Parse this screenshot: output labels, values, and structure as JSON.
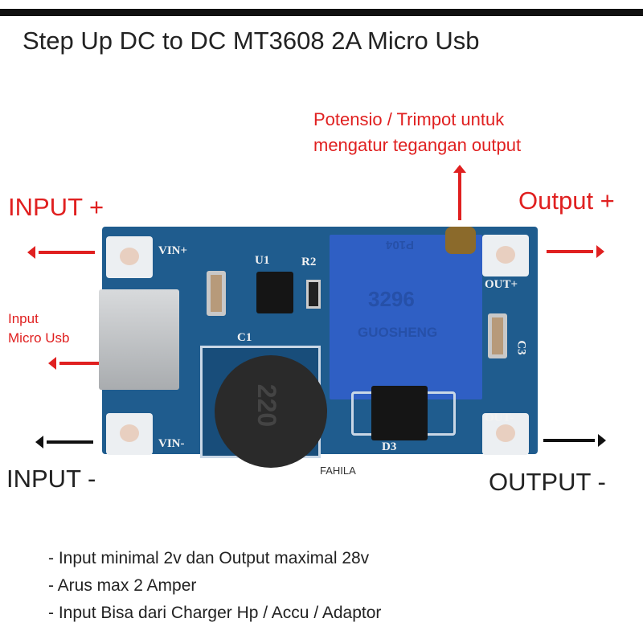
{
  "title": "Step Up DC to DC MT3608 2A Micro Usb",
  "annotations": {
    "potensio_line1": "Potensio / Trimpot untuk",
    "potensio_line2": "mengatur tegangan output",
    "input_plus": "INPUT +",
    "input_minus": "INPUT -",
    "output_plus": "Output +",
    "output_minus": "OUTPUT -",
    "micro_usb_line1": "Input",
    "micro_usb_line2": "Micro Usb"
  },
  "board": {
    "vin_plus": "VIN+",
    "vin_minus": "VIN-",
    "out_plus": "OUT+",
    "out_minus": "OUT-",
    "u1": "U1",
    "r2": "R2",
    "c1": "C1",
    "c3": "C3",
    "d3": "D3",
    "pot_code": "P104",
    "pot_model": "3296",
    "pot_brand": "GUOSHENG",
    "inductor_mark": "220"
  },
  "watermark": "FAHILA",
  "notes": [
    "- Input minimal 2v dan Output maximal 28v",
    "- Arus max 2 Amper",
    "- Input Bisa dari Charger Hp / Accu / Adaptor"
  ],
  "colors": {
    "accent": "#e02020",
    "board": "#1f5c8e"
  }
}
